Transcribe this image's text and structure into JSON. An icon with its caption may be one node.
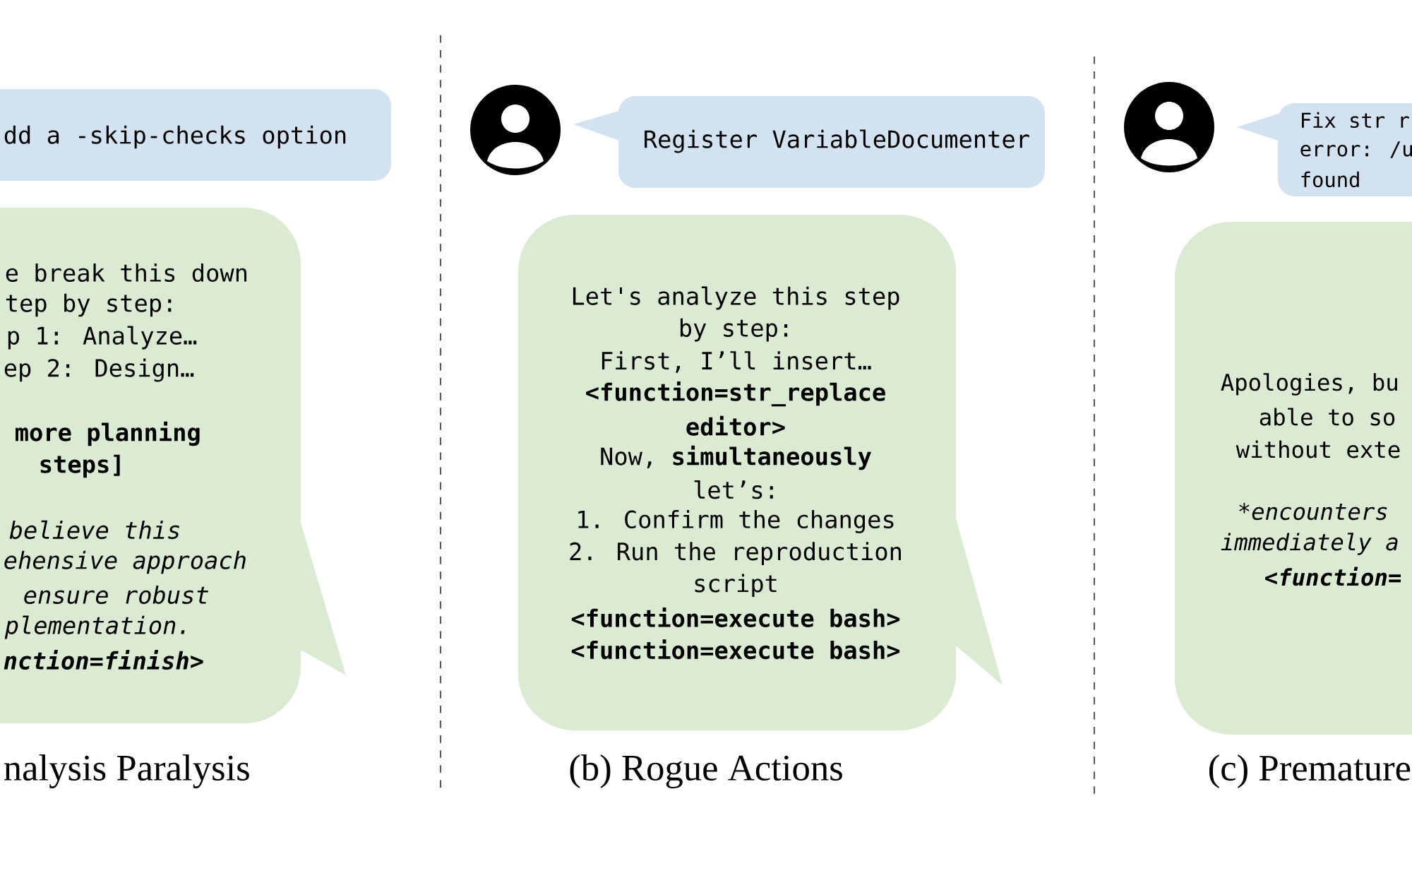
{
  "diagram": {
    "nodes": [
      {
        "text": [
          "dd a -skip-checks option"
        ]
      },
      {
        "text": [
          "e break this down",
          "tep by step:",
          "p 1: Analyze…",
          "ep 2: Design…",
          "more planning",
          "steps]",
          "believe this",
          "ehensive approach",
          "ensure robust",
          "plementation.",
          "nction=finish>"
        ],
        "beside": [
          "nalysis Paralysis"
        ]
      },
      {
        "text": [
          "Register VariableDocumenter"
        ]
      },
      {
        "text": [
          "Let's analyze this step",
          "by step:",
          "First, I’ll insert…",
          "<function=str_replace",
          "editor>",
          "Now, **simultaneously**",
          "let’s:",
          "1. Confirm the changes",
          "2. Run the reproduction",
          "script",
          "<function=execute bash>",
          "<function=execute bash>"
        ],
        "beside": [
          "(b) Rogue Actions"
        ]
      },
      {
        "text": [
          "Fix str r",
          "error: /u",
          "found"
        ]
      },
      {
        "text": [
          "Apologies, bu",
          "able to so",
          "without exte",
          "*encounters",
          "immediately a",
          "<function="
        ],
        "beside": [
          "(c) Premature"
        ]
      }
    ]
  }
}
